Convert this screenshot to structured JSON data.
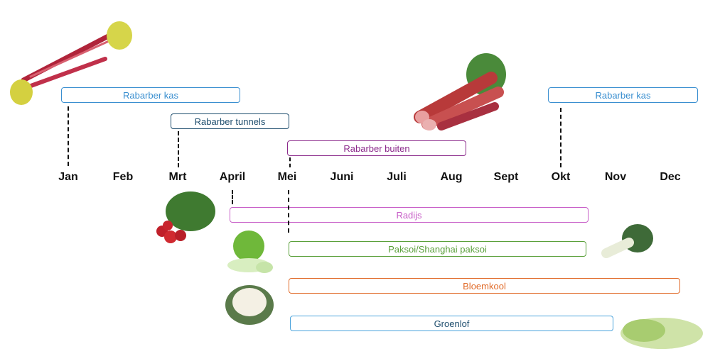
{
  "months": [
    "Jan",
    "Feb",
    "Mrt",
    "April",
    "Mei",
    "Juni",
    "Juli",
    "Aug",
    "Sept",
    "Okt",
    "Nov",
    "Dec"
  ],
  "bars": {
    "rabarber_kas_1": {
      "label": "Rabarber kas",
      "color": "#3a8fd0",
      "text_color": "#3a8fd0"
    },
    "rabarber_kas_2": {
      "label": "Rabarber kas",
      "color": "#3a8fd0",
      "text_color": "#3a8fd0"
    },
    "rabarber_tunnels": {
      "label": "Rabarber tunnels",
      "color": "#1f4e6e",
      "text_color": "#1f4e6e"
    },
    "rabarber_buiten": {
      "label": "Rabarber buiten",
      "color": "#8b2a8b",
      "text_color": "#8b2a8b"
    },
    "radijs": {
      "label": "Radijs",
      "color": "#c860c8",
      "text_color": "#c860c8"
    },
    "paksoi": {
      "label": "Paksoi/Shanghai paksoi",
      "color": "#5aa03a",
      "text_color": "#5aa03a"
    },
    "bloemkool": {
      "label": "Bloemkool",
      "color": "#e06a28",
      "text_color": "#e06a28"
    },
    "groenlof": {
      "label": "Groenlof",
      "color": "#4aa3dc",
      "text_color": "#1f4e6e"
    }
  }
}
